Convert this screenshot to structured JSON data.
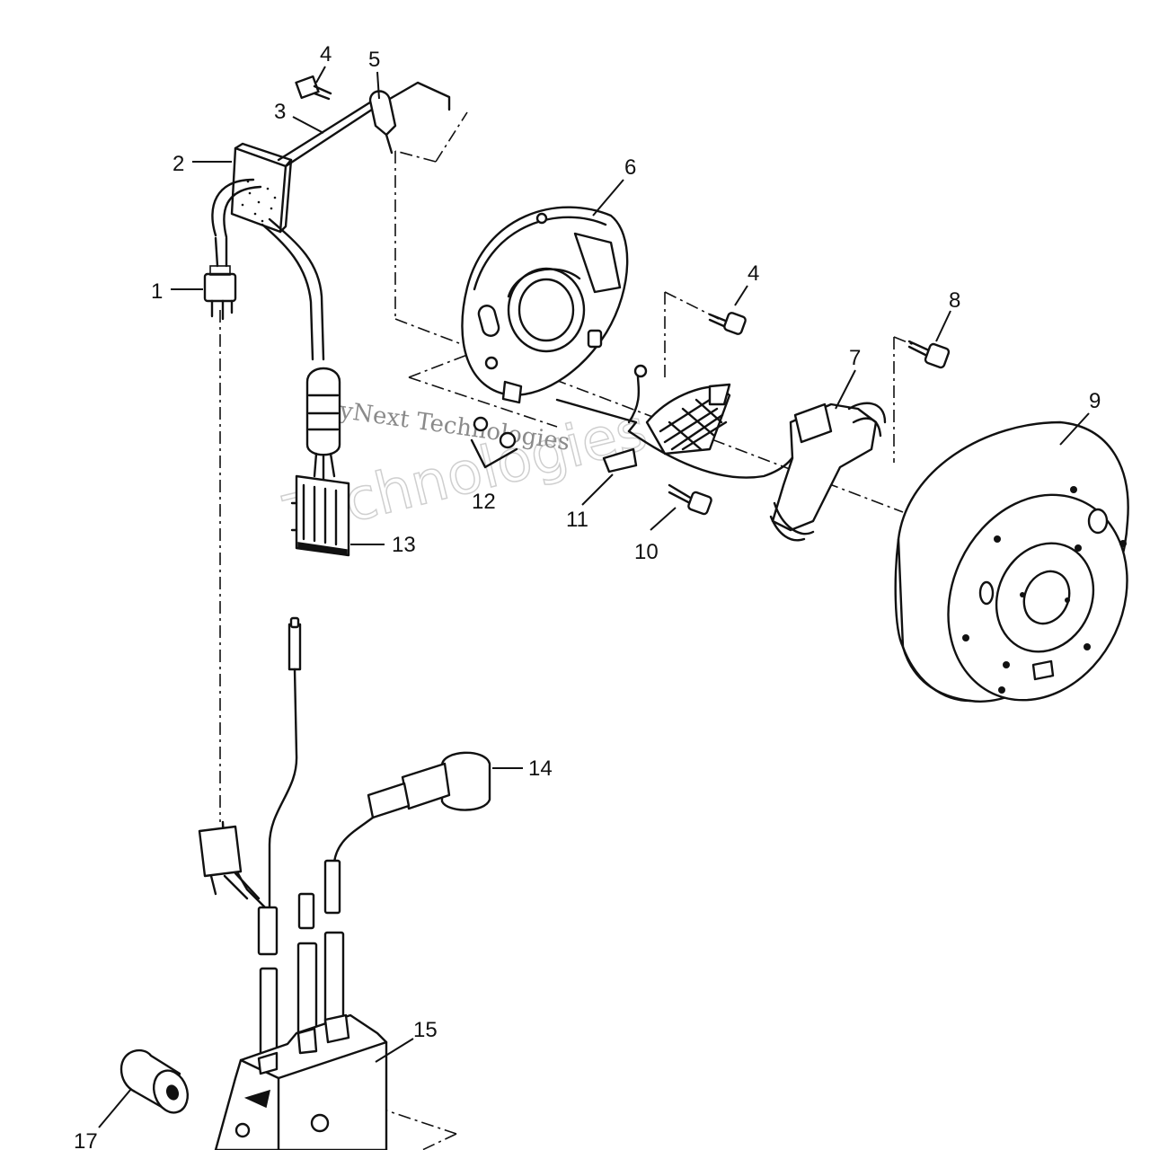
{
  "diagram": {
    "callouts": [
      {
        "id": "1",
        "text": "1"
      },
      {
        "id": "2",
        "text": "2"
      },
      {
        "id": "3",
        "text": "3"
      },
      {
        "id": "4a",
        "text": "4"
      },
      {
        "id": "4b",
        "text": "4"
      },
      {
        "id": "5",
        "text": "5"
      },
      {
        "id": "6",
        "text": "6"
      },
      {
        "id": "7",
        "text": "7"
      },
      {
        "id": "8",
        "text": "8"
      },
      {
        "id": "9",
        "text": "9"
      },
      {
        "id": "10",
        "text": "10"
      },
      {
        "id": "11",
        "text": "11"
      },
      {
        "id": "12",
        "text": "12"
      },
      {
        "id": "13",
        "text": "13"
      },
      {
        "id": "14",
        "text": "14"
      },
      {
        "id": "15",
        "text": "15"
      },
      {
        "id": "17",
        "text": "17"
      }
    ],
    "watermark": {
      "line1": "yNext Technologies",
      "line2": "Technologies"
    }
  }
}
